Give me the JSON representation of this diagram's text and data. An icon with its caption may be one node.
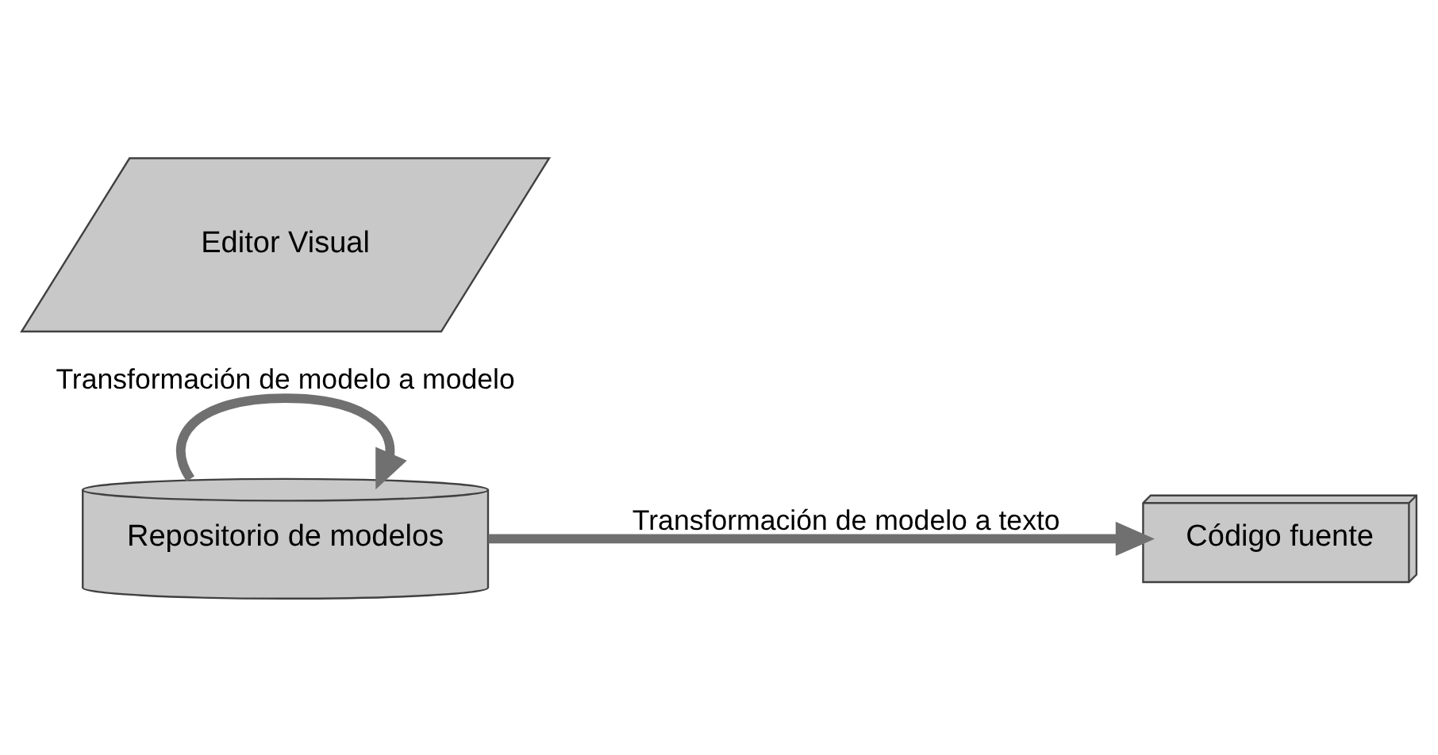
{
  "diagram": {
    "nodes": [
      {
        "text": [
          "Editor Visual"
        ]
      },
      {
        "text": [
          "Repositorio de modelos"
        ]
      },
      {
        "text": [
          "Código fuente"
        ]
      }
    ],
    "edges": [
      {
        "from": 1,
        "to": 1,
        "arrow": "to",
        "label": "Transformación de modelo a modelo"
      },
      {
        "from": 1,
        "to": 2,
        "arrow": "to",
        "label": "Transformación de modelo a texto"
      }
    ]
  }
}
